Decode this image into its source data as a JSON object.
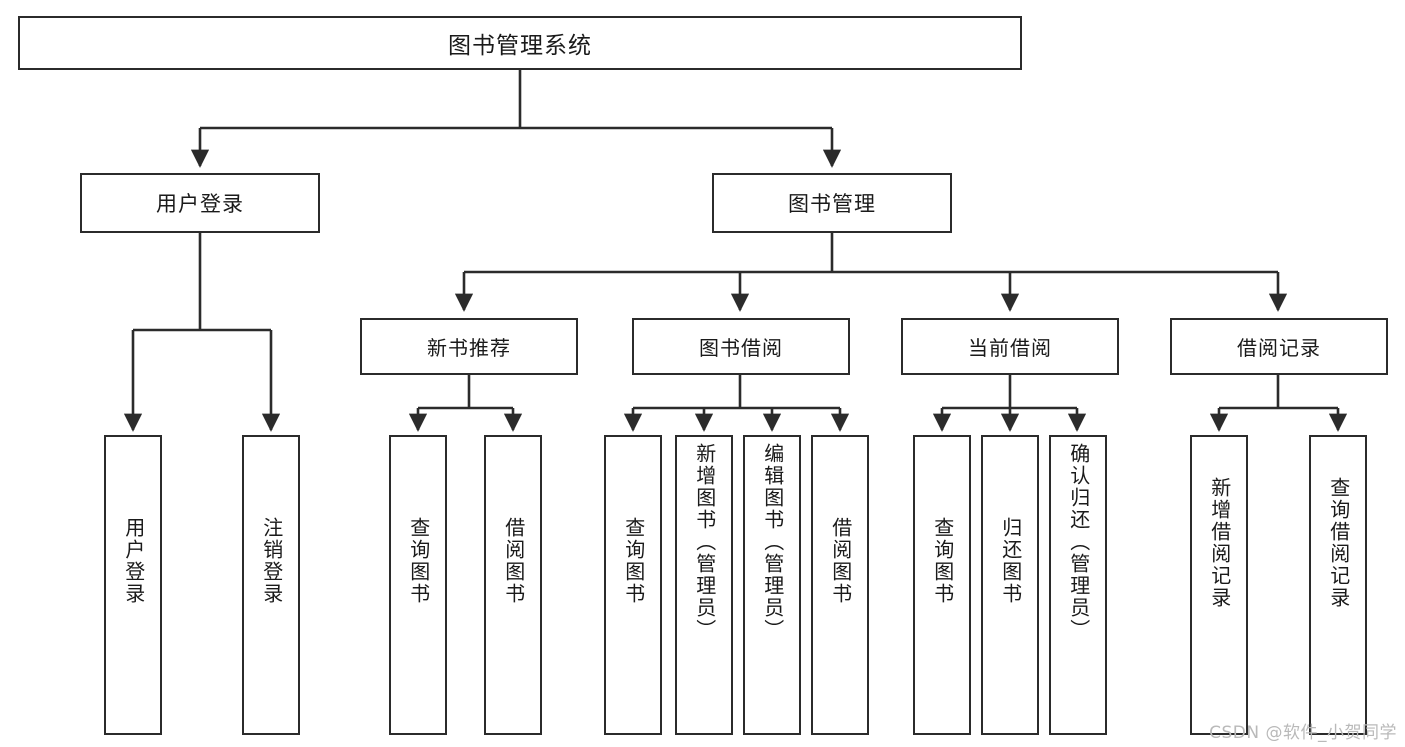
{
  "diagram": {
    "title": "图书管理系统",
    "type": "tree",
    "background_color": "#ffffff",
    "line_color": "#2b2b2b",
    "box_border_color": "#2b2b2b",
    "box_fill_color": "#ffffff",
    "text_color": "#1a1a1a"
  },
  "root": {
    "label": "图书管理系统"
  },
  "level1": [
    {
      "id": "user-login",
      "label": "用户登录"
    },
    {
      "id": "book-management",
      "label": "图书管理"
    }
  ],
  "level2": [
    {
      "id": "new-book-recommend",
      "label": "新书推荐",
      "parent": "book-management"
    },
    {
      "id": "book-borrow",
      "label": "图书借阅",
      "parent": "book-management"
    },
    {
      "id": "current-borrow",
      "label": "当前借阅",
      "parent": "book-management"
    },
    {
      "id": "borrow-record",
      "label": "借阅记录",
      "parent": "book-management"
    }
  ],
  "leaves": [
    {
      "id": "leaf-user-login",
      "label": "用户登录",
      "parent": "user-login"
    },
    {
      "id": "leaf-logout-login",
      "label": "注销登录",
      "parent": "user-login"
    },
    {
      "id": "leaf-query-book-1",
      "label": "查询图书",
      "parent": "new-book-recommend"
    },
    {
      "id": "leaf-borrow-book-1",
      "label": "借阅图书",
      "parent": "new-book-recommend"
    },
    {
      "id": "leaf-query-book-2",
      "label": "查询图书",
      "parent": "book-borrow"
    },
    {
      "id": "leaf-add-book",
      "label": "新增图书（管理员）",
      "parent": "book-borrow"
    },
    {
      "id": "leaf-edit-book",
      "label": "编辑图书（管理员）",
      "parent": "book-borrow"
    },
    {
      "id": "leaf-borrow-book-2",
      "label": "借阅图书",
      "parent": "book-borrow"
    },
    {
      "id": "leaf-query-book-3",
      "label": "查询图书",
      "parent": "current-borrow"
    },
    {
      "id": "leaf-return-book",
      "label": "归还图书",
      "parent": "current-borrow"
    },
    {
      "id": "leaf-confirm-return",
      "label": "确认归还（管理员）",
      "parent": "current-borrow"
    },
    {
      "id": "leaf-add-record",
      "label": "新增借阅记录",
      "parent": "borrow-record"
    },
    {
      "id": "leaf-query-record",
      "label": "查询借阅记录",
      "parent": "borrow-record"
    }
  ],
  "watermark": {
    "text": "CSDN @软件_小贺同学"
  }
}
